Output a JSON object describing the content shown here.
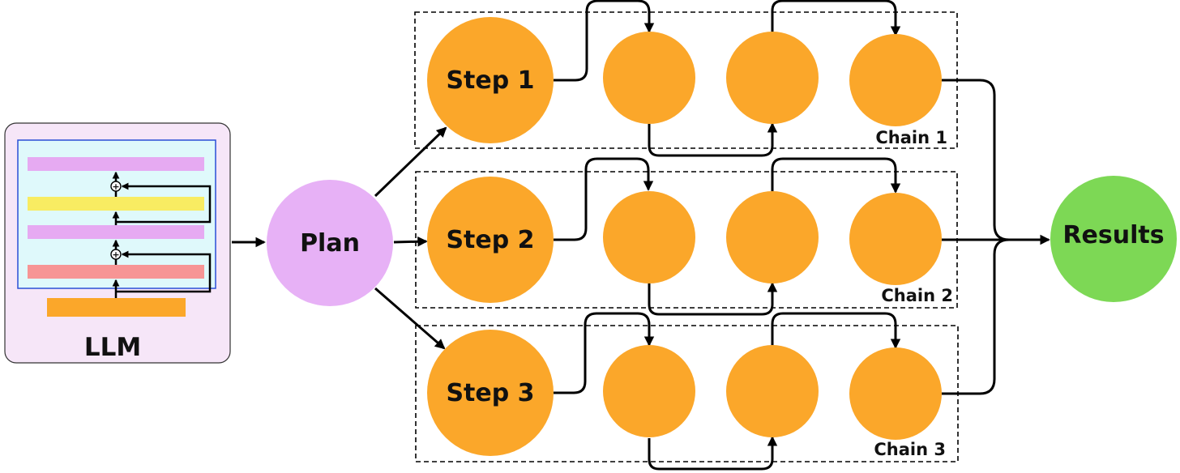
{
  "llm": {
    "label": "LLM",
    "colors": {
      "panel": "#f6e6f8",
      "inner": "#dff9fb",
      "inner_border": "#2a4fd6",
      "bar_pink": "#e6aaf2",
      "bar_yellow": "#f8ec62",
      "bar_red": "#f79595",
      "bar_orange": "#fba72a"
    }
  },
  "plan": {
    "label": "Plan",
    "color": "#e7b1f6"
  },
  "chains": [
    {
      "step_label": "Step 1",
      "chain_label": "Chain 1"
    },
    {
      "step_label": "Step 2",
      "chain_label": "Chain 2"
    },
    {
      "step_label": "Step 3",
      "chain_label": "Chain 3"
    }
  ],
  "results": {
    "label": "Results",
    "color": "#7dd855"
  },
  "node_color": "#fba72a"
}
